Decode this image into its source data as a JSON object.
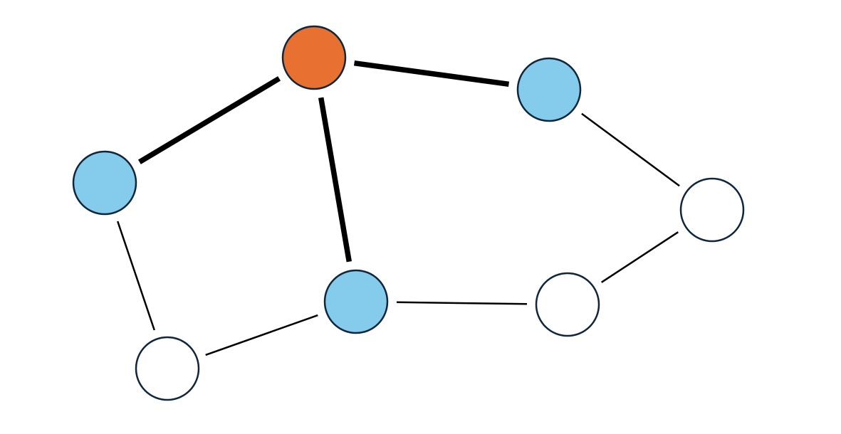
{
  "colors": {
    "background": "#ffffff",
    "edge": "#000000",
    "node_stroke": "#10263a",
    "source": "#e87131",
    "visited": "#85cbeb",
    "unvisited": "#ffffff"
  },
  "nodes": [
    {
      "id": "n-top",
      "state": "source"
    },
    {
      "id": "n-right-upper",
      "state": "visited"
    },
    {
      "id": "n-left",
      "state": "visited"
    },
    {
      "id": "n-center",
      "state": "visited"
    },
    {
      "id": "n-far-right",
      "state": "unvisited"
    },
    {
      "id": "n-bottom-right",
      "state": "unvisited"
    },
    {
      "id": "n-bottom-left",
      "state": "unvisited"
    }
  ],
  "edges": [
    {
      "from": "n-top",
      "to": "n-left",
      "weight": "bold"
    },
    {
      "from": "n-top",
      "to": "n-right-upper",
      "weight": "bold"
    },
    {
      "from": "n-top",
      "to": "n-center",
      "weight": "bold"
    },
    {
      "from": "n-right-upper",
      "to": "n-far-right",
      "weight": "thin"
    },
    {
      "from": "n-far-right",
      "to": "n-bottom-right",
      "weight": "thin"
    },
    {
      "from": "n-bottom-right",
      "to": "n-center",
      "weight": "thin"
    },
    {
      "from": "n-center",
      "to": "n-bottom-left",
      "weight": "thin"
    },
    {
      "from": "n-bottom-left",
      "to": "n-left",
      "weight": "thin"
    }
  ]
}
